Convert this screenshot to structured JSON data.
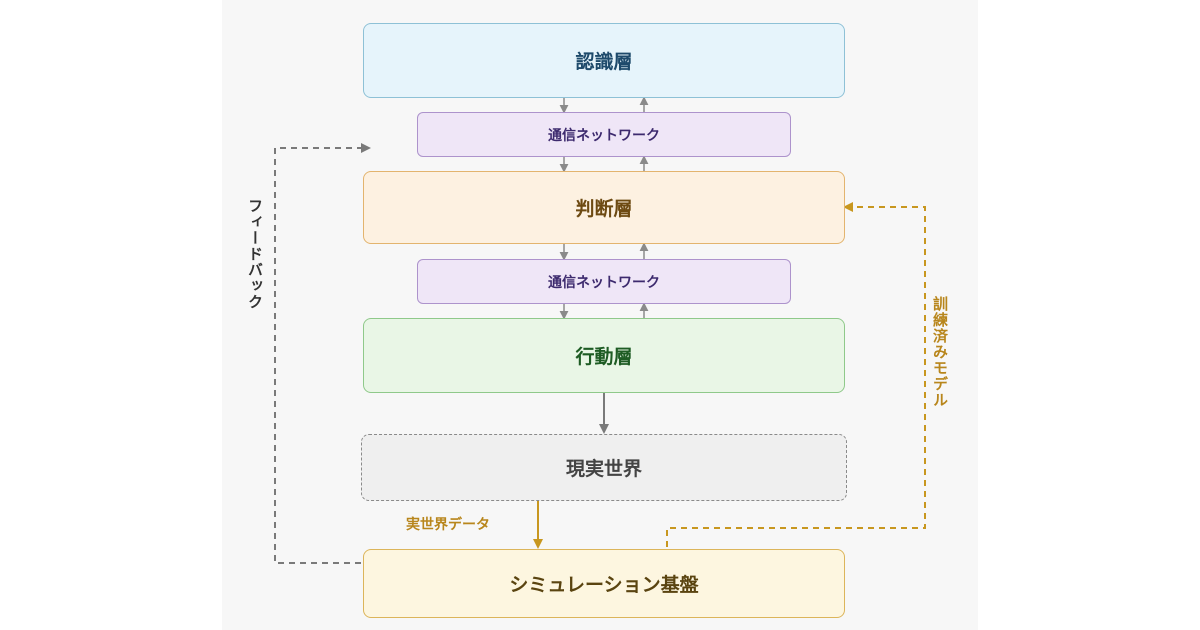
{
  "diagram": {
    "nodes": {
      "recognition": "認識層",
      "network_1": "通信ネットワーク",
      "judgment": "判断層",
      "network_2": "通信ネットワーク",
      "action": "行動層",
      "real_world": "現実世界",
      "simulation": "シミュレーション基盤"
    },
    "edges": {
      "real_world_data": "実世界データ",
      "feedback": "フィードバック",
      "trained_model": "訓練済みモデル"
    },
    "colors": {
      "gray_arrow": "#8a8a8a",
      "gold_arrow": "#c8971f",
      "feedback_line": "#7a7a7a"
    }
  }
}
